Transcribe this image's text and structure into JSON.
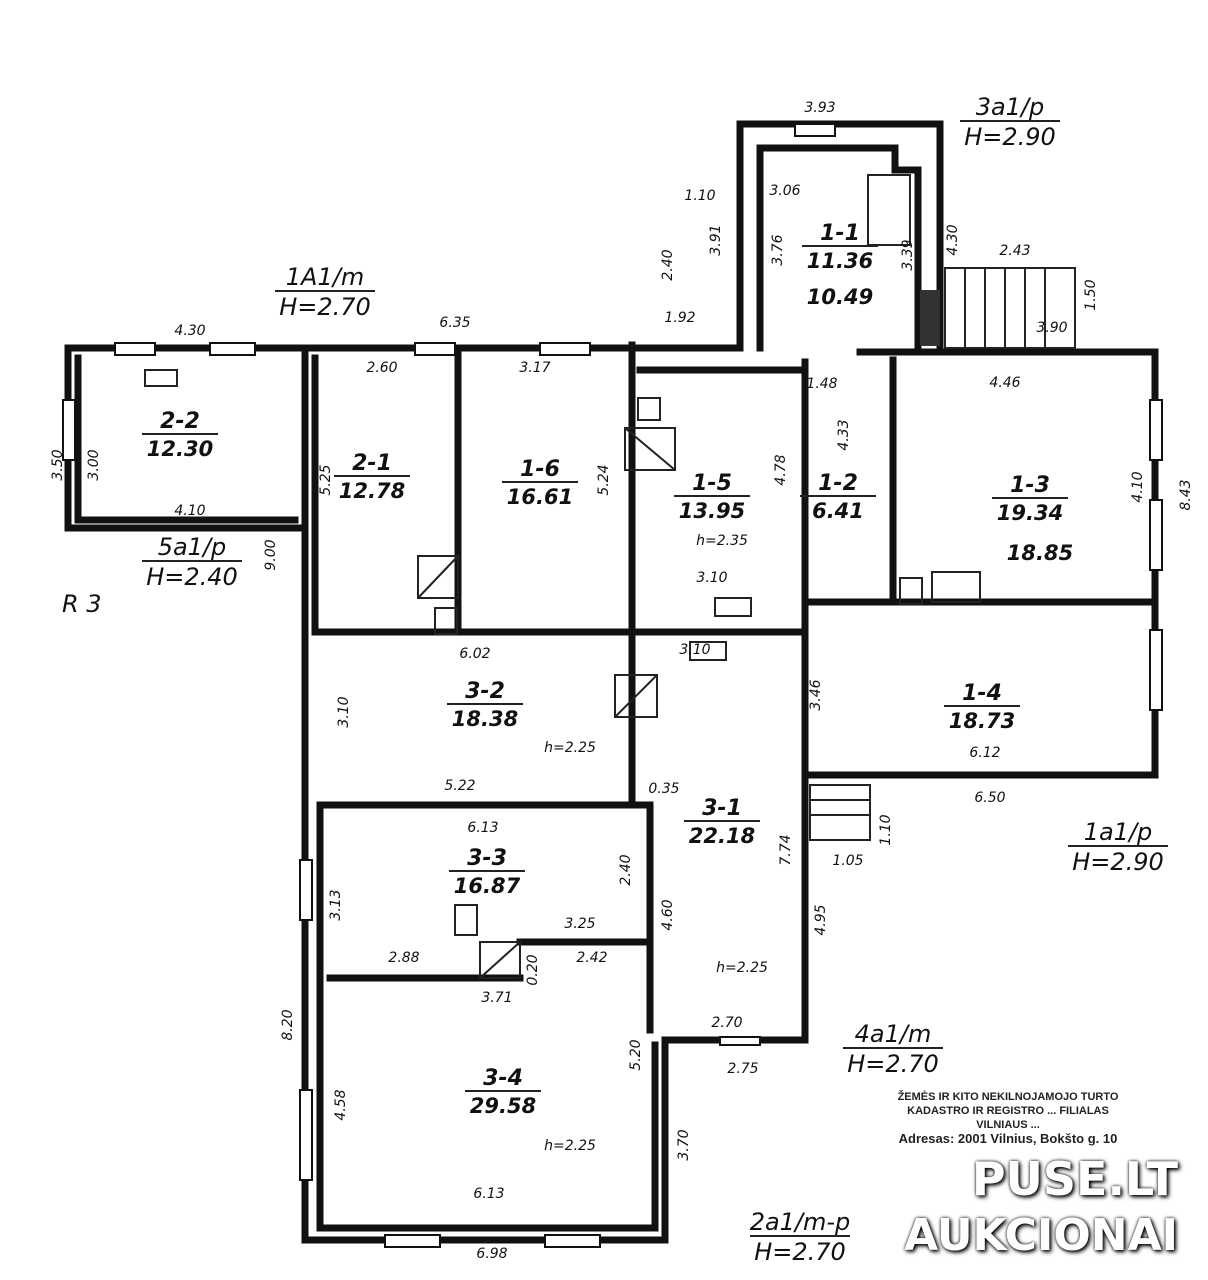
{
  "rooms": [
    {
      "id": "2-2",
      "area": "12.30"
    },
    {
      "id": "2-1",
      "area": "12.78"
    },
    {
      "id": "1-6",
      "area": "16.61"
    },
    {
      "id": "1-5",
      "area": "13.95"
    },
    {
      "id": "1-2",
      "area": "6.41"
    },
    {
      "id": "1-3",
      "area": "19.34",
      "corrected_area": "18.85"
    },
    {
      "id": "1-1",
      "area": "11.36",
      "corrected_area": "10.49"
    },
    {
      "id": "1-4",
      "area": "18.73"
    },
    {
      "id": "3-2",
      "area": "18.38"
    },
    {
      "id": "3-1",
      "area": "22.18"
    },
    {
      "id": "3-3",
      "area": "16.87"
    },
    {
      "id": "3-4",
      "area": "29.58"
    }
  ],
  "floor_labels": [
    {
      "code": "1A1/m",
      "height": "H=2.70"
    },
    {
      "code": "3a1/p",
      "height": "H=2.90"
    },
    {
      "code": "5a1/p",
      "height": "H=2.40"
    },
    {
      "code": "1a1/p",
      "height": "H=2.90"
    },
    {
      "code": "4a1/m",
      "height": "H=2.70"
    },
    {
      "code": "2a1/m-p",
      "height": "H=2.70"
    }
  ],
  "dimensions": [
    "3.93",
    "3.06",
    "3.76",
    "3.39",
    "4.30",
    "2.43",
    "1.50",
    "3.90",
    "1.10",
    "3.91",
    "2.40",
    "1.92",
    "4.30",
    "6.35",
    "2.60",
    "3.17",
    "3.50",
    "3.00",
    "4.10",
    "5.25",
    "5.24",
    "4.78",
    "1.48",
    "4.33",
    "4.46",
    "4.10",
    "8.43",
    "9.00",
    "3.10",
    "3.10",
    "6.02",
    "3.10",
    "3.46",
    "6.12",
    "6.50",
    "1.10",
    "1.05",
    "5.22",
    "0.35",
    "7.74",
    "6.13",
    "3.13",
    "2.40",
    "4.60",
    "3.25",
    "2.88",
    "0.20",
    "2.42",
    "3.71",
    "4.95",
    "2.70",
    "2.75",
    "8.20",
    "4.58",
    "5.20",
    "3.70",
    "6.13",
    "6.98"
  ],
  "heights": [
    "h=2.35",
    "h=2.25",
    "h=2.25",
    "h=2.25"
  ],
  "annotation": "R 3",
  "stamp": {
    "line1": "ŽEMĖS IR KITO NEKILNOJAMOJO TURTO",
    "line2": "KADASTRO IR REGISTRO ... FILIALAS",
    "line3": "VILNIAUS ...",
    "address": "Adresas: 2001 Vilnius, Bokšto g. 10"
  },
  "watermark": {
    "line1": "PUSE.LT",
    "line2": "AUKCIONAI"
  }
}
